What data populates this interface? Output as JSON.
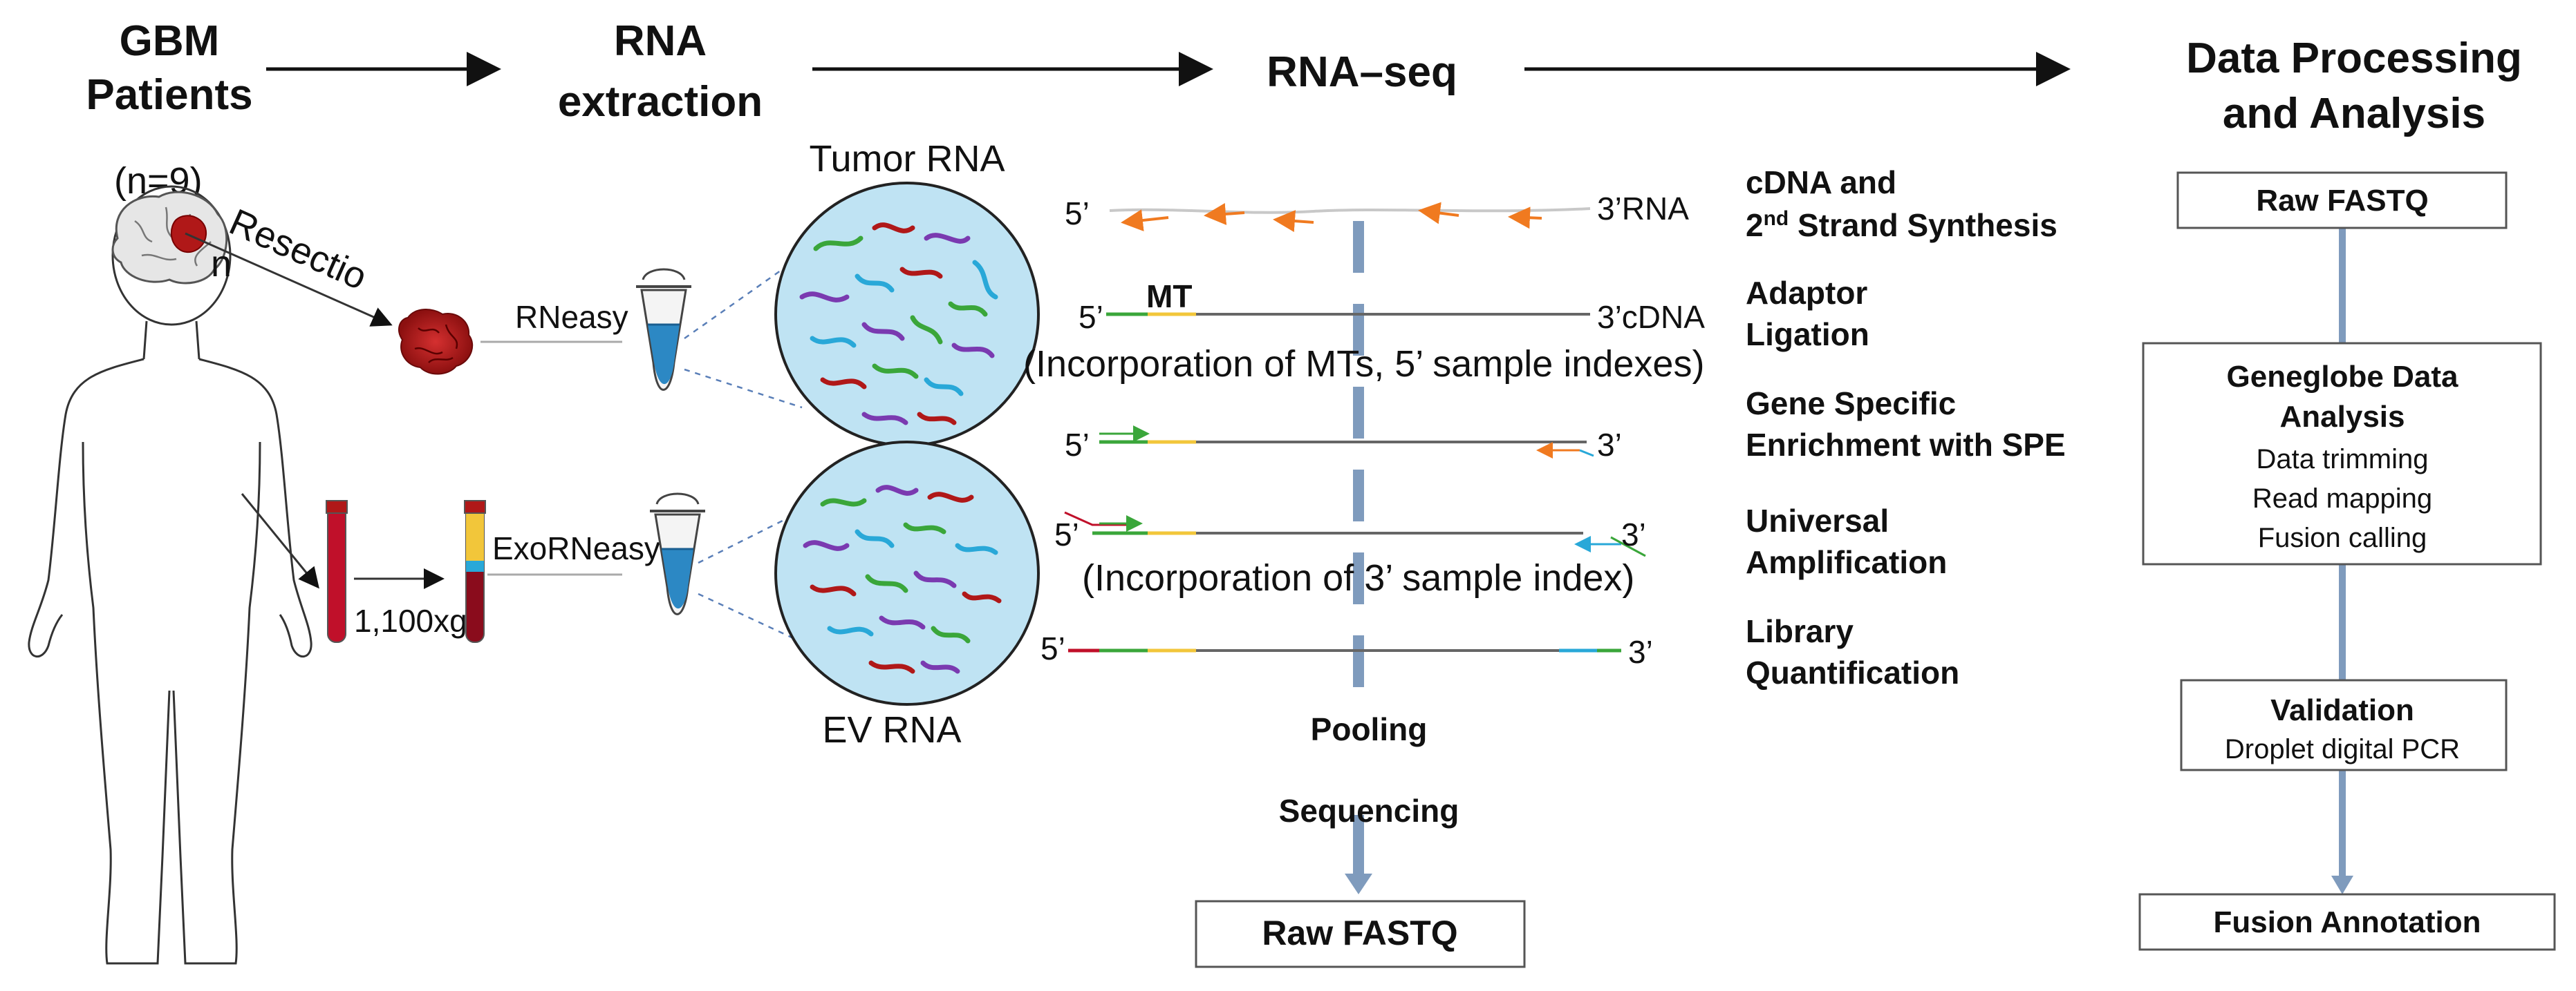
{
  "stages": {
    "patients": [
      "GBM",
      "Patients"
    ],
    "extraction": [
      "RNA",
      "extraction"
    ],
    "seq": "RNA–seq",
    "processing": [
      "Data Processing",
      "and Analysis"
    ]
  },
  "left": {
    "n": "(n=9)",
    "resection": [
      "Resectio",
      "n"
    ],
    "rneasy": "RNeasy",
    "exorneasy": "ExoRNeasy",
    "centrifuge": "1,100xg",
    "tumor_rna": "Tumor RNA",
    "ev_rna": "EV RNA"
  },
  "rows": {
    "r1_5": "5’",
    "r1_3": "3’RNA",
    "r2_5": "5’",
    "r2_mt": "MT",
    "r2_3": "3’cDNA",
    "r2_note": "(Incorporation of MTs, 5’ sample indexes)",
    "r3_5": "5’",
    "r3_3": "3’",
    "r4_5": "5’",
    "r4_3": "3’",
    "r4_note": "(Incorporation of 3’ sample index)",
    "r5_5": "5’",
    "r5_3": "3’"
  },
  "steps": {
    "s1a": "cDNA and",
    "s1b_main": "2",
    "s1b_sup": "nd",
    "s1b_rest": " Strand Synthesis",
    "s2": [
      "Adaptor",
      "Ligation"
    ],
    "s3": [
      "Gene Specific",
      "Enrichment with SPE"
    ],
    "s4": [
      "Universal",
      "Amplification"
    ],
    "s5": [
      "Library",
      "Quantification"
    ]
  },
  "center_flow": {
    "pooling": "Pooling",
    "sequencing": "Sequencing",
    "raw_fastq": "Raw FASTQ"
  },
  "right_boxes": {
    "raw_fastq": "Raw FASTQ",
    "geneglobe": [
      "Geneglobe Data",
      "Analysis"
    ],
    "geneglobe_items": [
      "Data trimming",
      "Read mapping",
      "Fusion calling"
    ],
    "validation": "Validation",
    "validation_sub": "Droplet digital PCR",
    "fusion": "Fusion Annotation"
  },
  "colors": {
    "flow_blue": "#7f9bbd",
    "tumor_red": "#b01818",
    "circle_fill": "#bfe3f3",
    "rna_green": "#3aa63a",
    "rna_yellow": "#f2c63a",
    "rna_cyan": "#29a8d8",
    "primer_orange": "#f07a20",
    "strand_gray": "#666666"
  }
}
